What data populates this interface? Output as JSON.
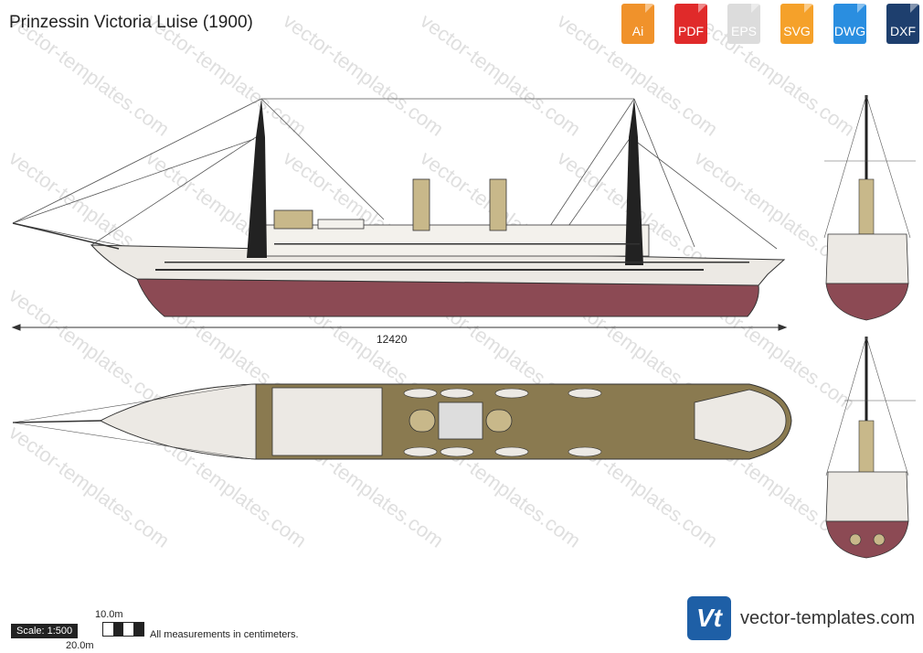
{
  "page": {
    "title": "Prinzessin Victoria Luise (1900)"
  },
  "formats": [
    {
      "label": "Ai",
      "color": "#f0922b"
    },
    {
      "label": "PDF",
      "color": "#e02a2a"
    },
    {
      "label": "EPS",
      "color": "#dcdcdc"
    },
    {
      "label": "SVG",
      "color": "#f5a12a"
    },
    {
      "label": "DWG",
      "color": "#2a8ee0"
    },
    {
      "label": "DXF",
      "color": "#1e3f6e"
    }
  ],
  "dimension": {
    "length_label": "12420"
  },
  "scale": {
    "label": "Scale: 1:500",
    "mark_10": "10.0m",
    "mark_20": "20.0m"
  },
  "note": "All measurements in centimeters.",
  "brand": {
    "logo_text": "Vt",
    "url": "vector-templates.com"
  },
  "watermark": "vector-templates.com",
  "colors": {
    "hull_bottom": "#8c4a54",
    "hull_top": "#ece9e4",
    "deck": "#8a7a50",
    "funnel": "#c8b88a",
    "mast": "#222222"
  }
}
